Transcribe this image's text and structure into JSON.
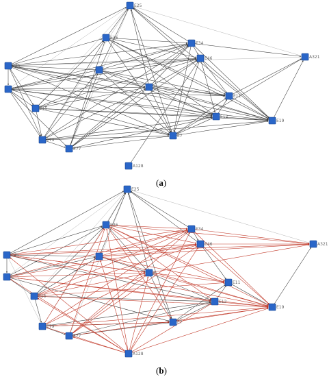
{
  "colors": {
    "node_fill": "#2a66c8",
    "node_stroke": "#15408a",
    "edge_dark": "#3a3a3a",
    "edge_light": "#b5b5b5",
    "edge_red": "#c23a2a",
    "label": "#666666"
  },
  "panels": [
    {
      "id": "a",
      "label": "a",
      "nodes": [
        {
          "id": "E25",
          "label": "E25"
        },
        {
          "id": "E36",
          "label": "E36"
        },
        {
          "id": "E34",
          "label": "E34"
        },
        {
          "id": "E46",
          "label": "E46"
        },
        {
          "id": "A321",
          "label": "A321"
        },
        {
          "id": "E45",
          "label": "E45"
        },
        {
          "id": "N2",
          "label": ""
        },
        {
          "id": "N3",
          "label": "E"
        },
        {
          "id": "N4",
          "label": "E"
        },
        {
          "id": "E11",
          "label": "E11"
        },
        {
          "id": "E15",
          "label": "E15"
        },
        {
          "id": "E12",
          "label": "E12"
        },
        {
          "id": "E19",
          "label": "E19"
        },
        {
          "id": "E79",
          "label": "E79"
        },
        {
          "id": "E77",
          "label": "E77"
        },
        {
          "id": "N7",
          "label": "E7"
        },
        {
          "id": "A128",
          "label": "A128"
        }
      ]
    },
    {
      "id": "b",
      "label": "b",
      "nodes": [
        {
          "id": "E25",
          "label": "E25"
        },
        {
          "id": "E36",
          "label": "E36"
        },
        {
          "id": "E34",
          "label": "E34"
        },
        {
          "id": "E46",
          "label": "E46"
        },
        {
          "id": "A321",
          "label": "A321"
        },
        {
          "id": "E45",
          "label": "E45"
        },
        {
          "id": "N2",
          "label": ""
        },
        {
          "id": "N3",
          "label": "E"
        },
        {
          "id": "N4",
          "label": "E"
        },
        {
          "id": "E11",
          "label": "E11"
        },
        {
          "id": "E15",
          "label": "E15"
        },
        {
          "id": "E12",
          "label": "E12"
        },
        {
          "id": "E19",
          "label": "E19"
        },
        {
          "id": "E79",
          "label": "E79"
        },
        {
          "id": "E77",
          "label": "E77"
        },
        {
          "id": "N7",
          "label": "E7"
        },
        {
          "id": "A128",
          "label": "A128"
        }
      ]
    }
  ]
}
